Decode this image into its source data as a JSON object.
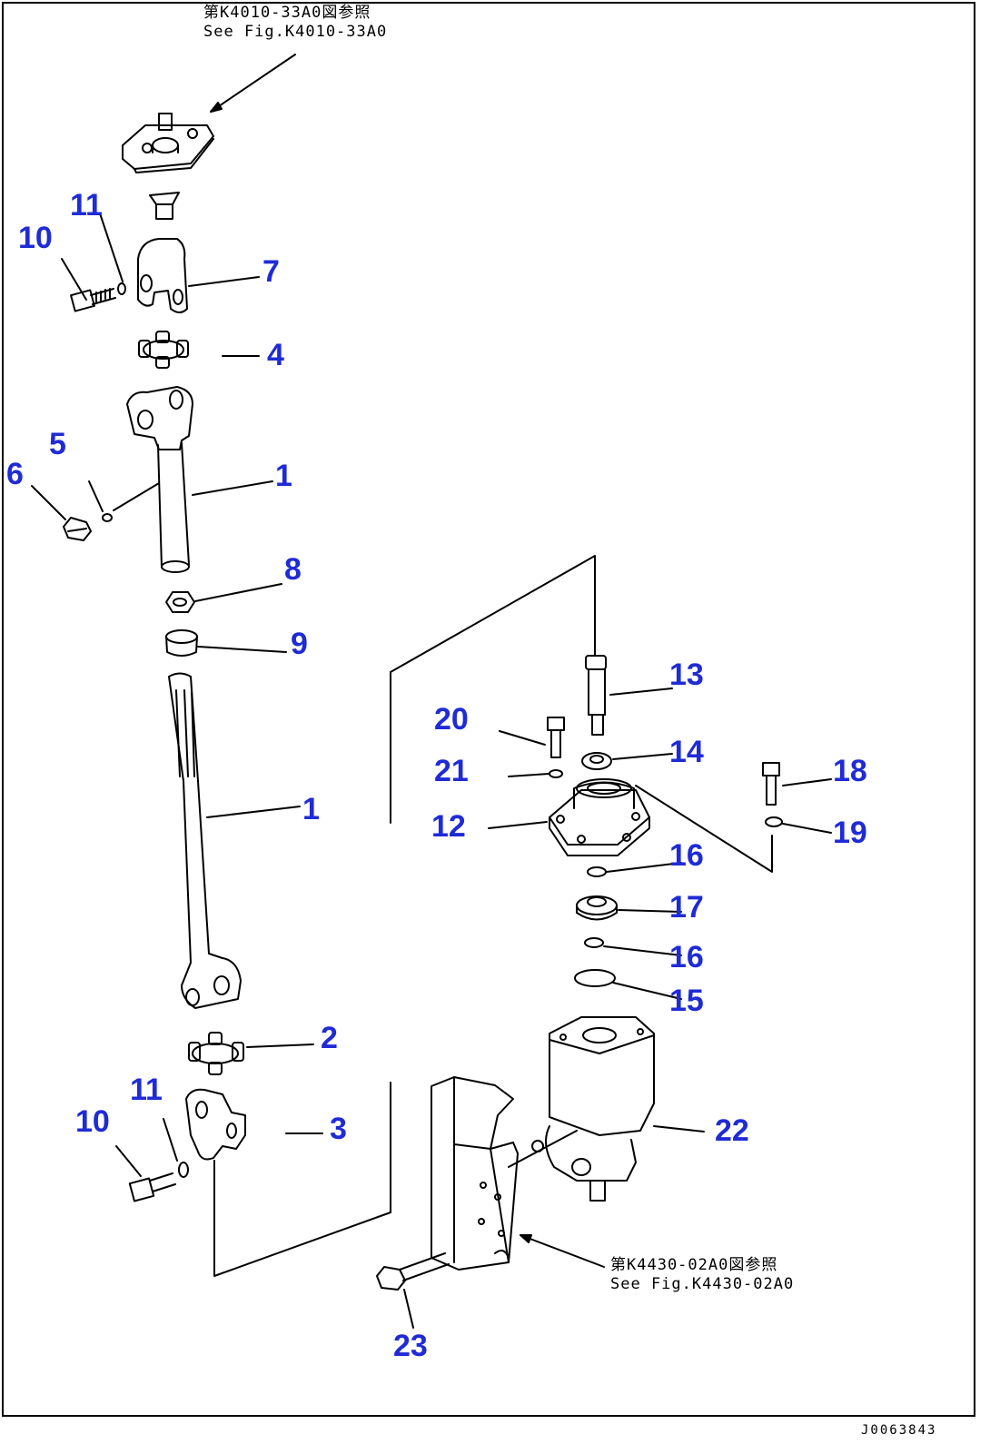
{
  "references": {
    "top": {
      "jp": "第K4010-33A0図参照",
      "en": "See Fig.K4010-33A0"
    },
    "bottom": {
      "jp": "第K4430-02A0図参照",
      "en": "See Fig.K4430-02A0"
    }
  },
  "callouts": [
    "1",
    "1",
    "2",
    "3",
    "4",
    "5",
    "6",
    "7",
    "8",
    "9",
    "10",
    "10",
    "11",
    "11",
    "12",
    "13",
    "14",
    "15",
    "16",
    "16",
    "17",
    "18",
    "19",
    "20",
    "21",
    "22",
    "23"
  ],
  "document_id": "J0063843",
  "colors": {
    "callout": "#1f2bd6",
    "line": "#000000"
  }
}
